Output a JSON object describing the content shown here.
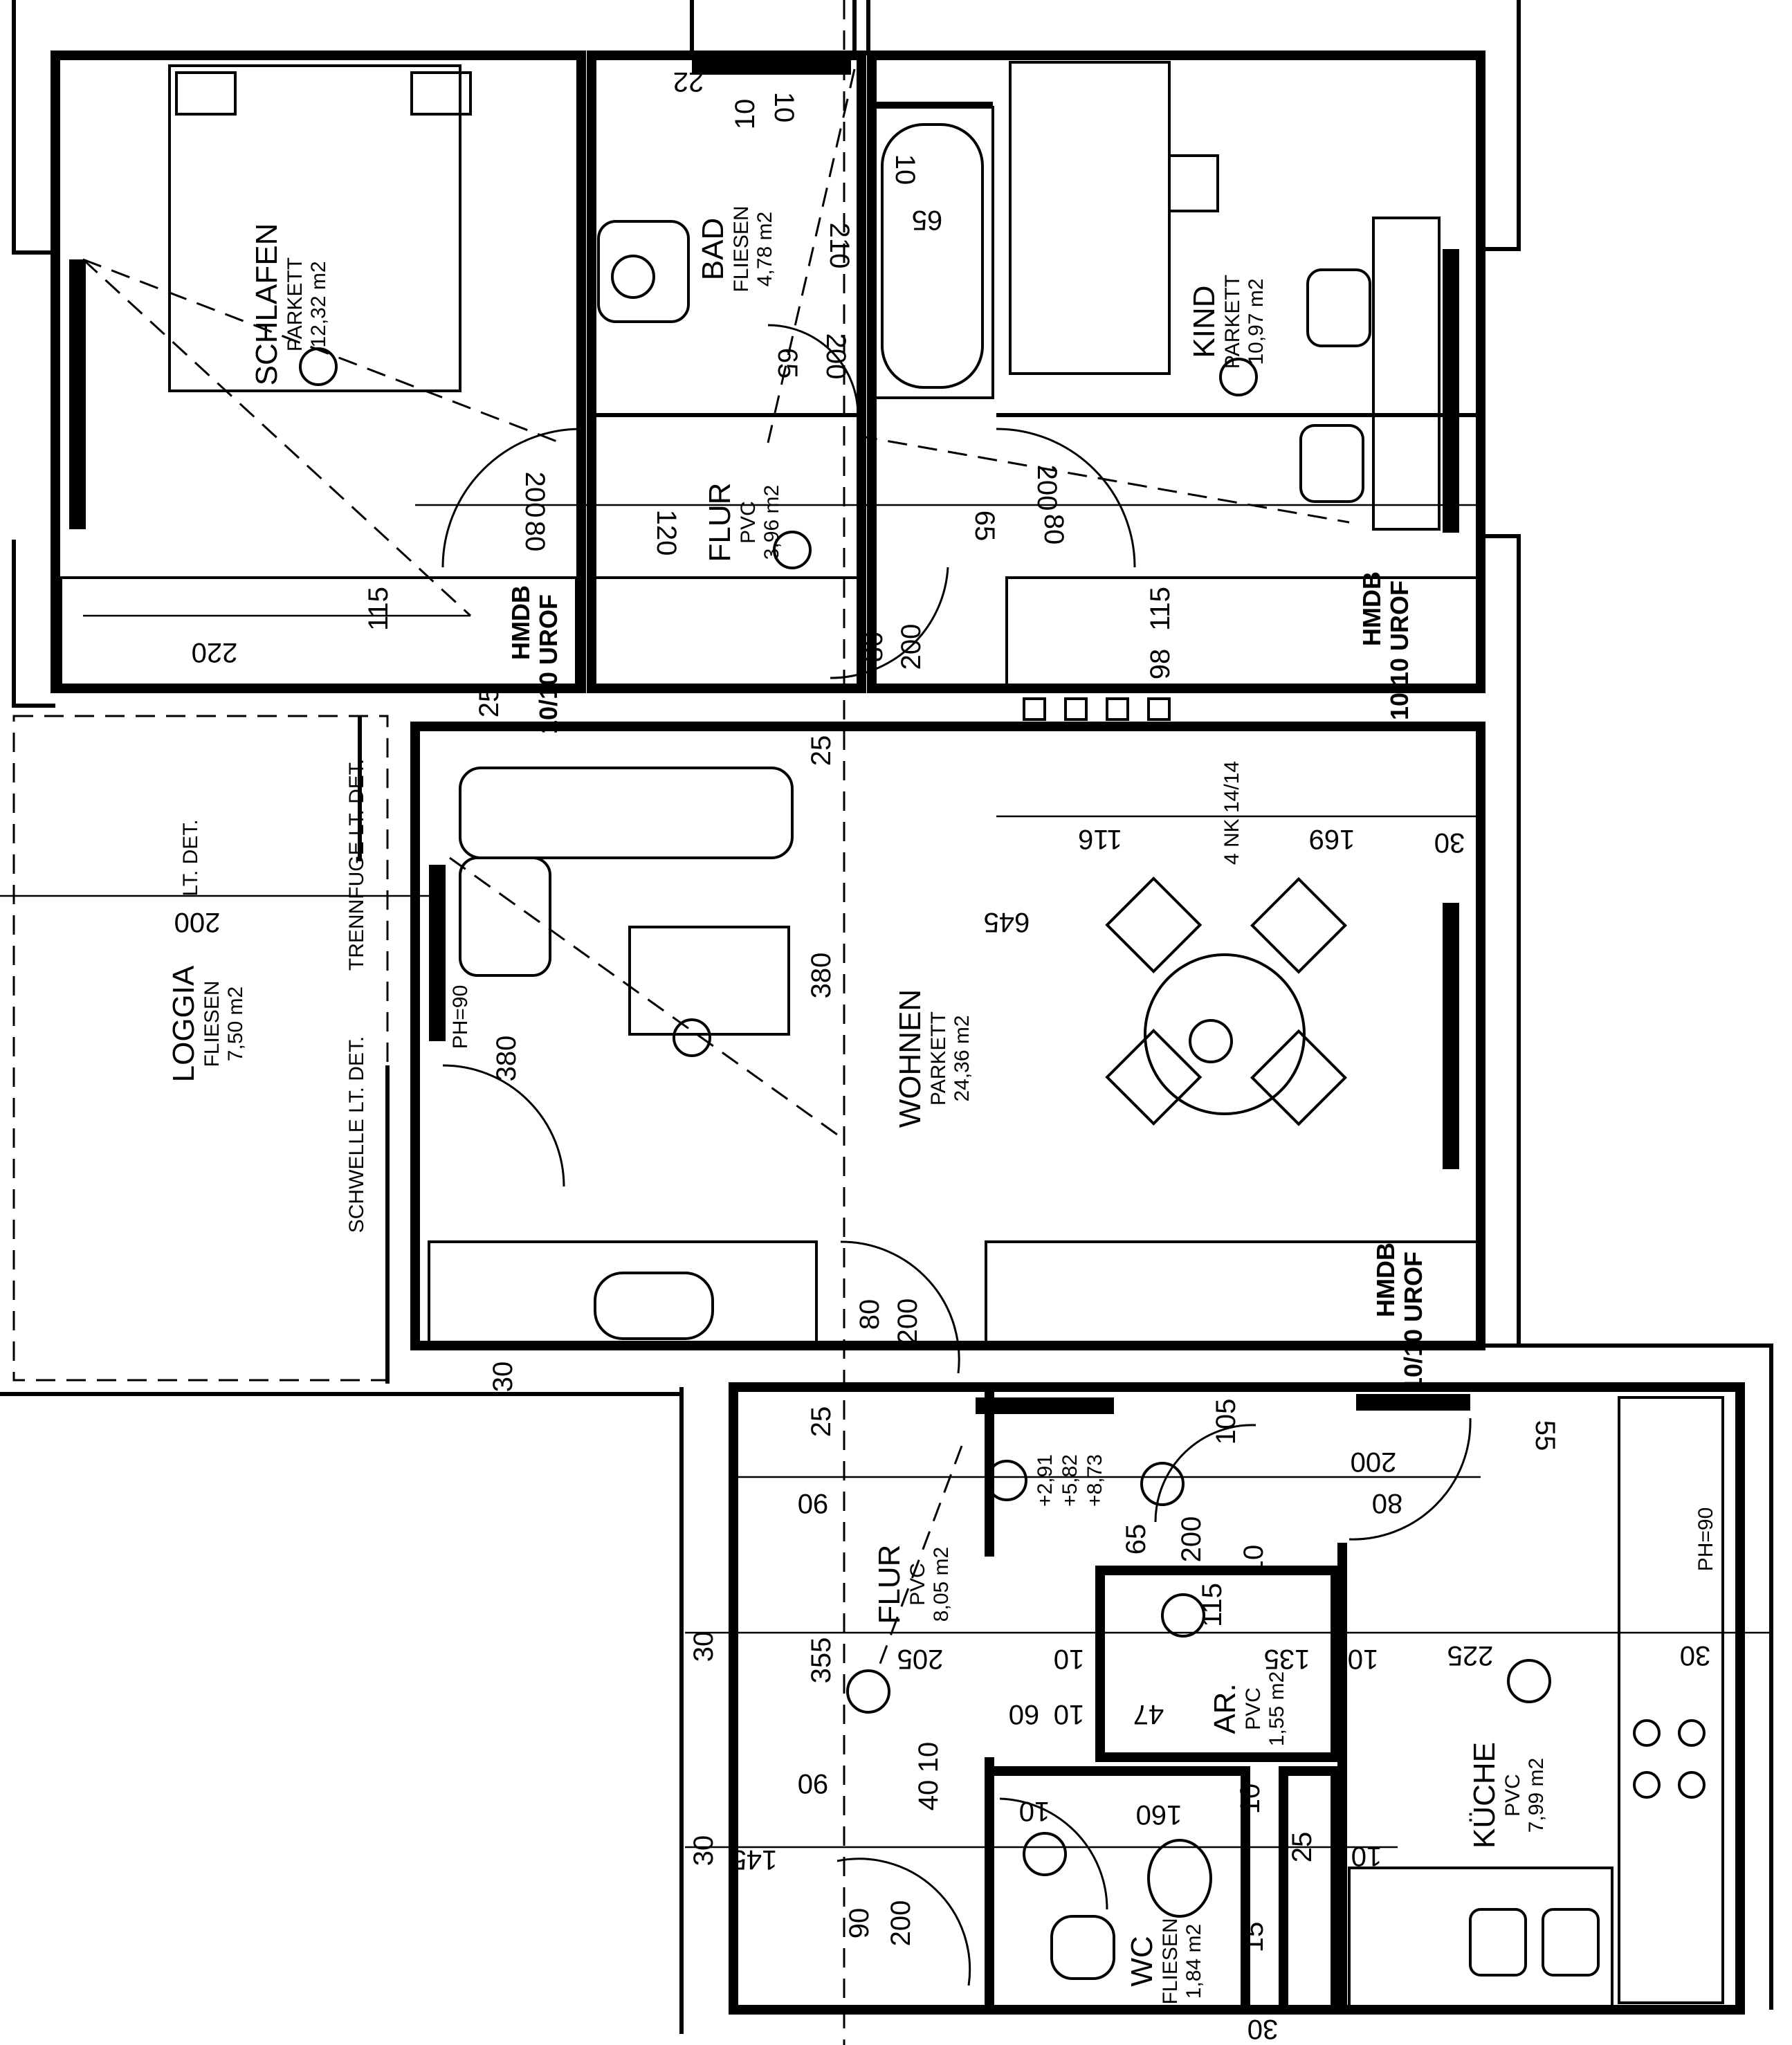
{
  "rooms": {
    "schlafen": {
      "name": "SCHLAFEN",
      "floor": "PARKETT",
      "area": "12,32 m2"
    },
    "bad": {
      "name": "BAD",
      "floor": "FLIESEN",
      "area": "4,78 m2"
    },
    "kind": {
      "name": "KIND",
      "floor": "PARKETT",
      "area": "10,97 m2"
    },
    "flur_top": {
      "name": "FLUR",
      "floor": "PVC",
      "area": "3,96 m2"
    },
    "loggia": {
      "name": "LOGGIA",
      "floor": "FLIESEN",
      "area": "7,50 m2"
    },
    "wohnen": {
      "name": "WOHNEN",
      "floor": "PARKETT",
      "area": "24,36 m2"
    },
    "flur_bottom": {
      "name": "FLUR",
      "floor": "PVC",
      "area": "8,05 m2"
    },
    "ar": {
      "name": "AR.",
      "floor": "PVC",
      "area": "1,55 m2"
    },
    "kueche": {
      "name": "KÜCHE",
      "floor": "PVC",
      "area": "7,99 m2"
    },
    "wc": {
      "name": "WC",
      "floor": "FLIESEN",
      "area": "1,84 m2"
    }
  },
  "labels": {
    "hmdb_1": "HMDB",
    "urof_1": "10/10 UROF",
    "hmdb_2": "HMDB",
    "urof_2": "10/10 UROF",
    "hmdb_3": "HMDB",
    "urof_3": "10/10 UROF",
    "trennfuge": "TRENNFUGE LT. DET.",
    "schwelle": "SCHWELLE LT. DET.",
    "lt_det": "LT. DET.",
    "ph90_left": "PH=90",
    "ph90_right": "PH=90",
    "schacht": "4 NK 14/14",
    "heights": [
      "+2,91",
      "+5,82",
      "+8,73"
    ]
  },
  "dimensions": {
    "d200_schlafen": "200",
    "d80_schlafen": "80",
    "d120": "120",
    "d65_flur": "65",
    "d80_kind": "80",
    "d200_kind": "200",
    "d115_a": "115",
    "d220": "220",
    "d115_b": "115",
    "d98": "98",
    "d80_top": "80",
    "d200_top": "200",
    "d25_a": "25",
    "d25_b": "25",
    "d116": "116",
    "d169": "169",
    "d30_a": "30",
    "d645": "645",
    "d380_a": "380",
    "d380_b": "380",
    "d200_loggia": "200",
    "d80_mid": "80",
    "d200_mid": "200",
    "d30_b": "30",
    "d25_c": "25",
    "d90_a": "90",
    "d105": "105",
    "d55": "55",
    "d200_k": "200",
    "d80_k": "80",
    "d65_k": "65",
    "d200_k2": "200",
    "d10_a": "10",
    "d115_c": "115",
    "d30_c": "30",
    "d355": "355",
    "d205": "205",
    "d10_b": "10",
    "d60": "60",
    "d10_c": "10",
    "d47": "47",
    "d135": "135",
    "d10_d": "10",
    "d225": "225",
    "d30_d": "30",
    "d90_b": "90",
    "d40": "40",
    "d10_e": "10",
    "d10_f": "10",
    "d160": "160",
    "d10_g": "10",
    "d25_d": "25",
    "d10_h": "10",
    "d30_e": "30",
    "d145": "145",
    "d90_c": "90",
    "d200_c": "200",
    "d15": "15",
    "d30_f": "30",
    "d65_bad": "65",
    "d65_bad2": "65",
    "d200_bad": "200",
    "d210": "210",
    "d10_bad": "10",
    "d10_bad2": "10",
    "d22": "22",
    "d10_bad3": "10"
  }
}
